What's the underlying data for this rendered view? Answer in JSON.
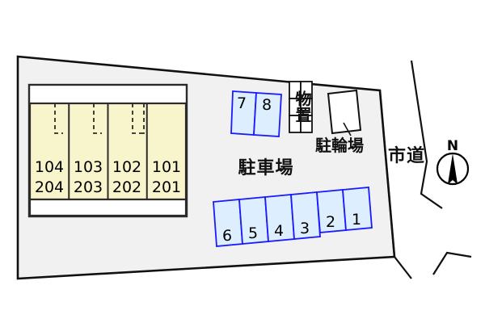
{
  "plan": {
    "title": "site-plan",
    "colors": {
      "site_fill": "#f1f1f1",
      "site_stroke": "#111111",
      "building_fill": "#f8f4cc",
      "building_stroke": "#2b2b2b",
      "stall_fill": "#ddeeff",
      "stall_stroke": "#1a1aff",
      "white": "#ffffff",
      "text": "#000000"
    }
  },
  "building": {
    "name": "apartment-building",
    "units": [
      {
        "floor1": "104",
        "floor2": "204"
      },
      {
        "floor1": "103",
        "floor2": "203"
      },
      {
        "floor1": "102",
        "floor2": "202"
      },
      {
        "floor1": "101",
        "floor2": "201"
      }
    ]
  },
  "parking": {
    "label": "駐車場",
    "top_row": [
      {
        "number": "7"
      },
      {
        "number": "8"
      }
    ],
    "bottom_row": [
      {
        "number": "6"
      },
      {
        "number": "5"
      },
      {
        "number": "4"
      },
      {
        "number": "3"
      },
      {
        "number": "2"
      },
      {
        "number": "1"
      }
    ]
  },
  "storage": {
    "label": "物置"
  },
  "bicycle_parking": {
    "label": "駐輪場"
  },
  "road": {
    "label": "市道"
  },
  "compass": {
    "label": "N"
  }
}
